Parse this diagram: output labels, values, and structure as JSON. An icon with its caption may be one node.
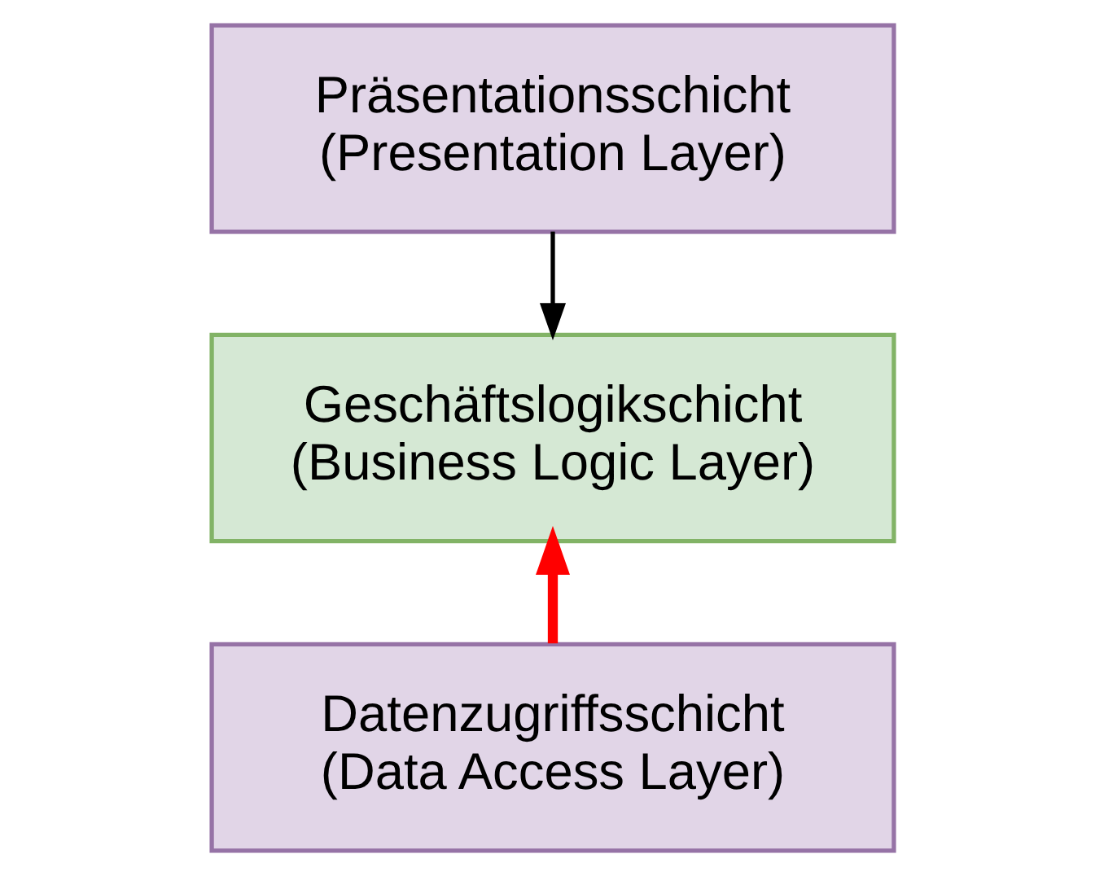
{
  "diagram": {
    "nodes": [
      {
        "text": [
          "Präsentationsschicht (Presentation Layer)"
        ]
      },
      {
        "text": [
          "Geschäftslogikschicht (Business Logic Layer)"
        ]
      },
      {
        "text": [
          "Datenzugriffsschicht (Data Access Layer)"
        ]
      }
    ],
    "edges": [
      {
        "from": 0,
        "to": 1,
        "arrow": "to"
      },
      {
        "from": 2,
        "to": 1,
        "arrow": "to",
        "style": "thick",
        "color": "#ff0000"
      }
    ]
  }
}
